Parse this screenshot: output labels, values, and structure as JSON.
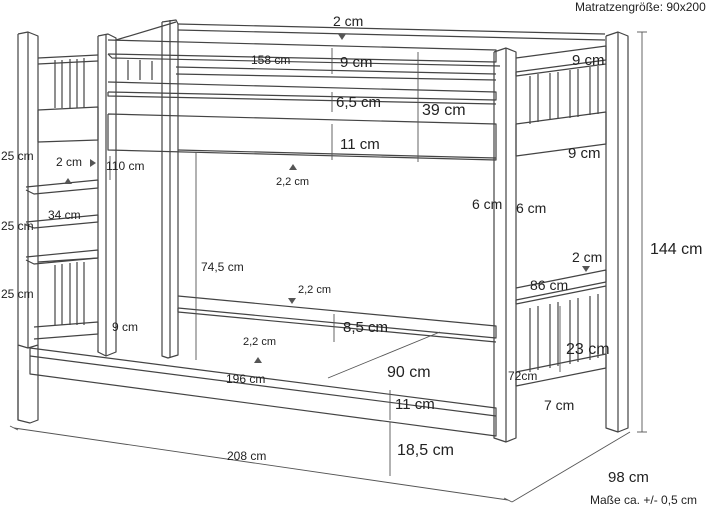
{
  "header": {
    "mattress_size": "Matratzengröße: 90x200"
  },
  "footer": {
    "tolerance": "Maße ca. +/- 0,5 cm"
  },
  "dimensions": {
    "top_rail_gap": "2 cm",
    "top_rail_length": "158 cm",
    "top_rail_height": "9 cm",
    "head_top_board": "9 cm",
    "middle_rail_height": "6,5 cm",
    "guard_height": "39 cm",
    "lower_guard_rail": "11 cm",
    "head_lower_board": "9 cm",
    "ladder_gap": "2 cm",
    "ladder_height_110": "110 cm",
    "ladder_step_1": "25 cm",
    "ladder_step_2": "25 cm",
    "ladder_step_3": "25 cm",
    "ladder_width": "34 cm",
    "slat_gap_top": "2,2 cm",
    "post_6a": "6 cm",
    "post_6b": "6 cm",
    "total_height": "144 cm",
    "under_height": "74,5 cm",
    "foot_gap": "2 cm",
    "foot_width": "86 cm",
    "slat_gap_mid": "2,2 cm",
    "lower_rail_height": "8,5 cm",
    "ladder_bottom_9": "9 cm",
    "slat_gap_low": "2,2 cm",
    "mattress_width": "90 cm",
    "foot_slat_height": "23 cm",
    "foot_72": "72cm",
    "bottom_length_196": "196 cm",
    "foot_7": "7 cm",
    "bottom_rail_height": "11 cm",
    "floor_clearance": "18,5 cm",
    "total_length": "208 cm",
    "total_depth": "98 cm"
  }
}
